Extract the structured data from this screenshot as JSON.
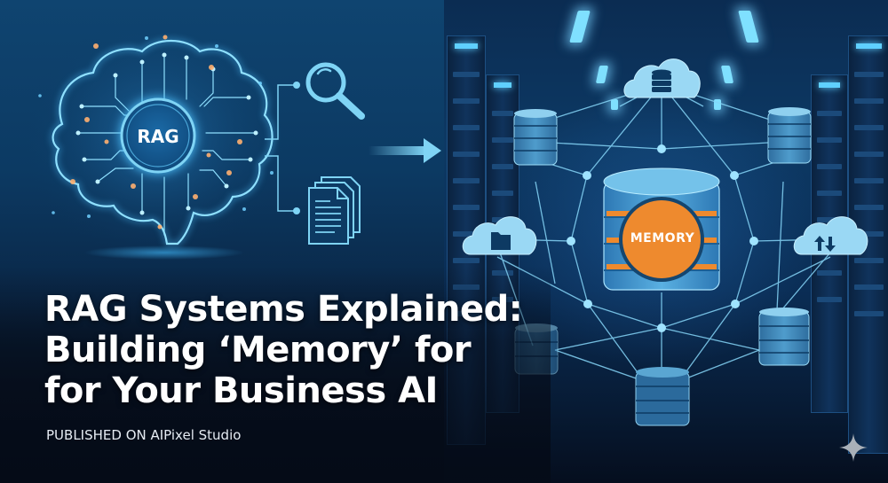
{
  "hero": {
    "title_lines": [
      "RAG Systems Explained:",
      "Building ‘Memory’ for",
      "for Your Business AI"
    ],
    "byline": "PUBLISHED ON AIPixel Studio"
  },
  "illustration": {
    "brain_label": "RAG",
    "database_label": "MEMORY",
    "icons": [
      "brain-circuit-icon",
      "magnifier-icon",
      "documents-icon",
      "arrow-right-icon",
      "cloud-database-icon",
      "cloud-folder-icon",
      "cloud-sync-icon",
      "database-icon",
      "server-rack-icon",
      "sparkle-icon"
    ]
  },
  "colors": {
    "background_top": "#0f4470",
    "background_bottom": "#050b17",
    "accent_cyan": "#7fd4f5",
    "memory_orange": "#ee8a2e",
    "title_text": "#ffffff"
  }
}
